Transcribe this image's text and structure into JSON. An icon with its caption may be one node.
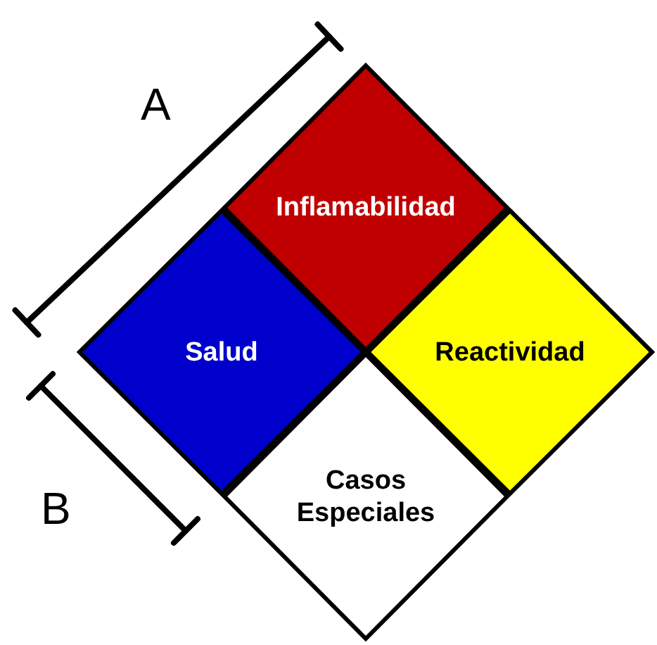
{
  "diagram": {
    "nodes": [
      {
        "text": [
          "Inflamabilidad"
        ]
      },
      {
        "text": [
          "Salud"
        ]
      },
      {
        "text": [
          "Reactividad"
        ]
      },
      {
        "text": [
          "Casos Especiales"
        ]
      }
    ],
    "labels": [
      "A",
      "B"
    ]
  }
}
